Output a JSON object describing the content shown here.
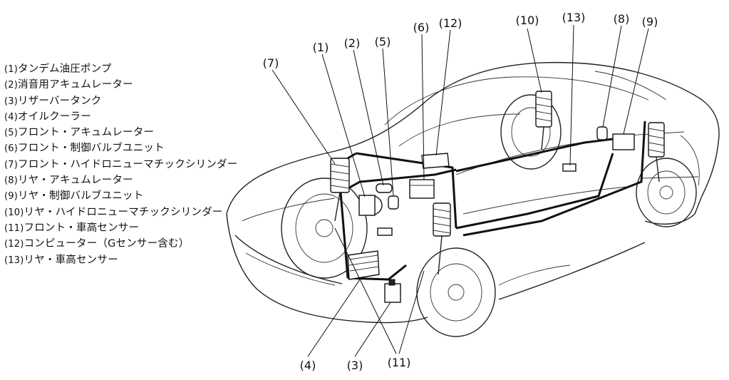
{
  "legend": [
    {
      "num": "(1)",
      "text": "タンデム油圧ポンプ"
    },
    {
      "num": "(2)",
      "text": "消音用アキュムレーター"
    },
    {
      "num": "(3)",
      "text": "リザーバータンク"
    },
    {
      "num": "(4)",
      "text": "オイルクーラー"
    },
    {
      "num": "(5)",
      "text": "フロント・アキュムレーター"
    },
    {
      "num": "(6)",
      "text": "フロント・制御バルブユニット"
    },
    {
      "num": "(7)",
      "text": "フロント・ハイドロニューマチックシリンダー"
    },
    {
      "num": "(8)",
      "text": "リヤ・アキュムレーター"
    },
    {
      "num": "(9)",
      "text": "リヤ・制御バルブユニット"
    },
    {
      "num": "(10)",
      "text": "リヤ・ハイドロニューマチックシリンダー"
    },
    {
      "num": "(11)",
      "text": "フロント・車高センサー"
    },
    {
      "num": "(12)",
      "text": "コンピューター（Gセンサー含む）"
    },
    {
      "num": "(13)",
      "text": "リヤ・車高センサー"
    }
  ],
  "callouts": {
    "c1": "(1)",
    "c2": "(2)",
    "c5": "(5)",
    "c6": "(6)",
    "c12": "(12)",
    "c10": "(10)",
    "c13": "(13)",
    "c8": "(8)",
    "c9": "(9)",
    "c7": "(7)",
    "c4": "(4)",
    "c3": "(3)",
    "c11": "(11)"
  }
}
